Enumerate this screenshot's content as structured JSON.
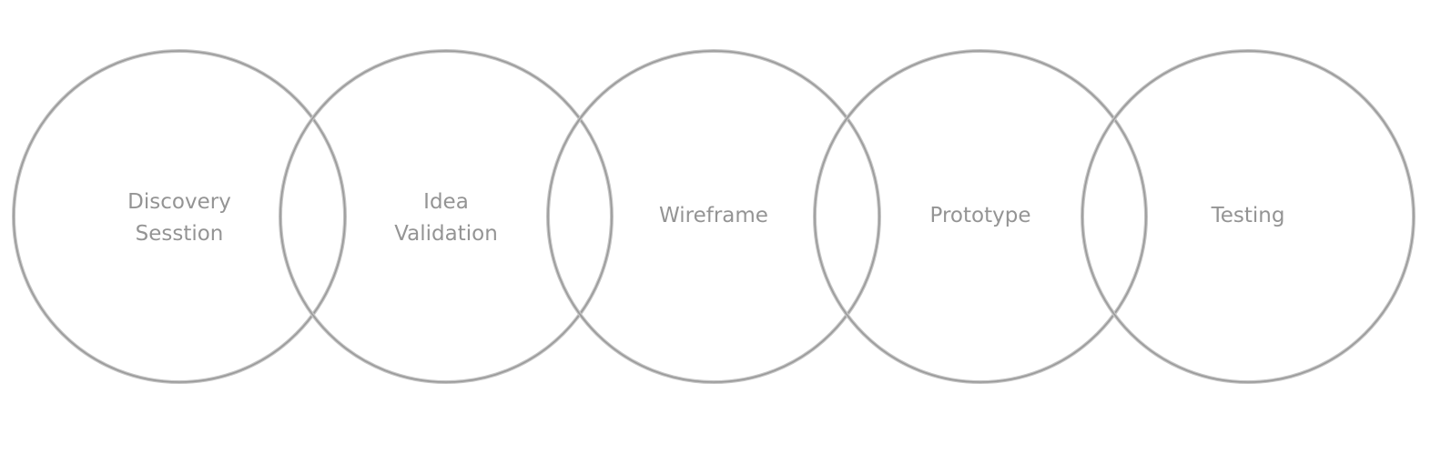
{
  "diagram": {
    "stages": [
      {
        "lines": [
          "Discovery",
          "Sesstion"
        ]
      },
      {
        "lines": [
          "Idea",
          "Validation"
        ]
      },
      {
        "lines": [
          "Wireframe"
        ]
      },
      {
        "lines": [
          "Prototype"
        ]
      },
      {
        "lines": [
          "Testing"
        ]
      }
    ],
    "colors": {
      "ring": "#9a9a9a",
      "ring_halo": "#c4c4c4",
      "text": "#949494",
      "background": "#ffffff"
    }
  }
}
